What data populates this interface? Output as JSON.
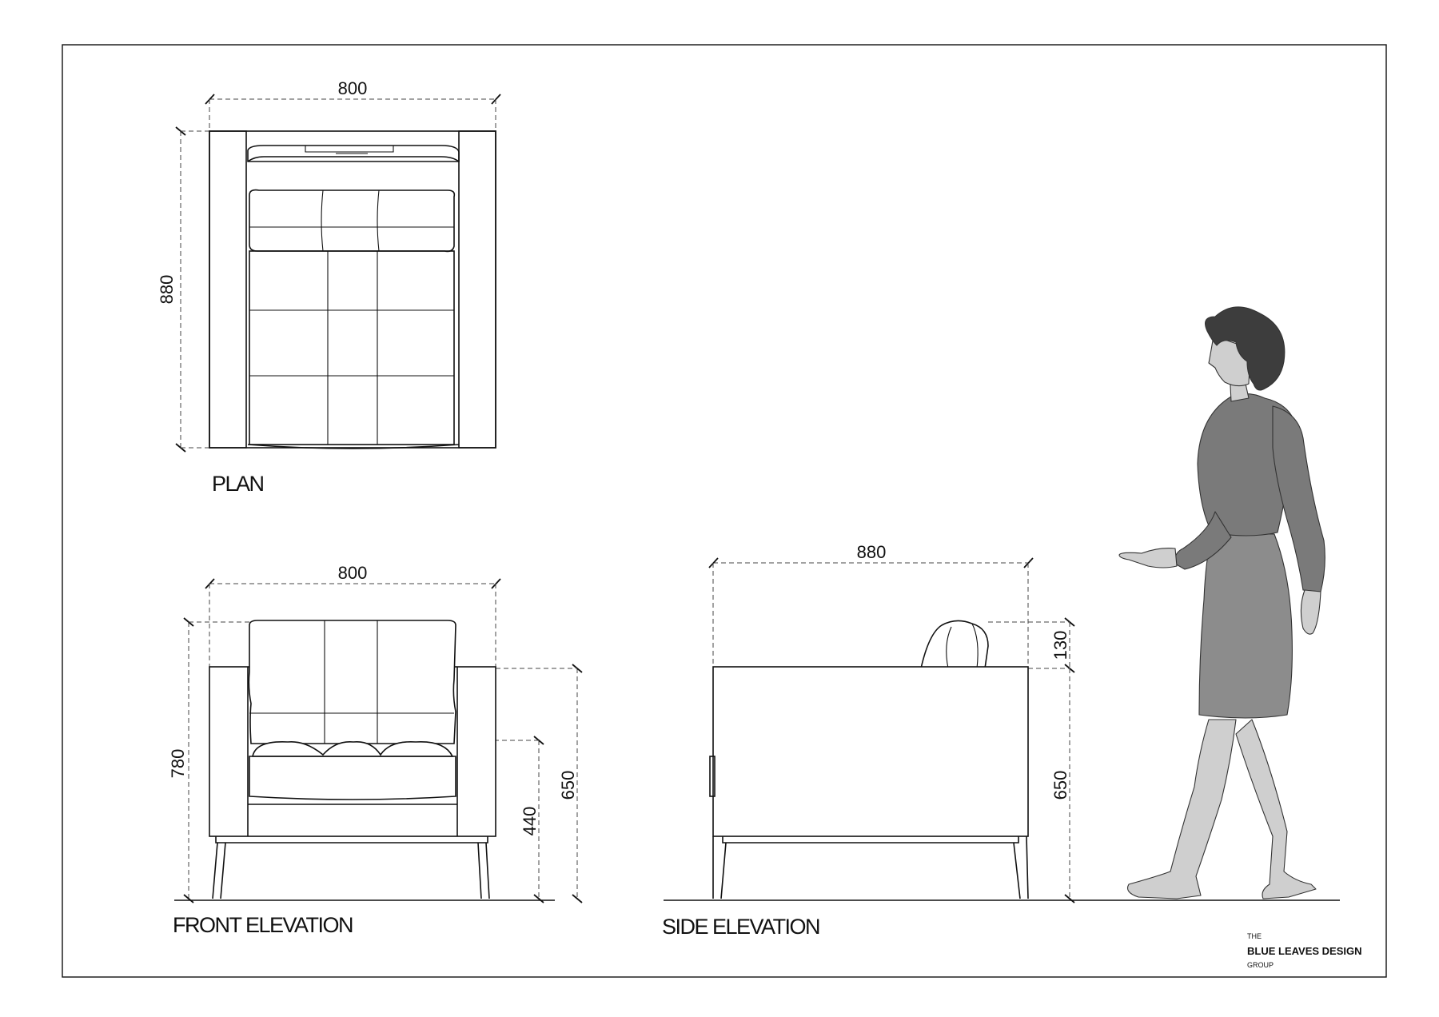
{
  "labels": {
    "plan": "PLAN",
    "front_elevation": "FRONT ELEVATION",
    "side_elevation": "SIDE ELEVATION"
  },
  "dimensions": {
    "plan_width": "800",
    "plan_depth": "880",
    "front_width": "800",
    "front_overall_height": "780",
    "front_seat_height": "440",
    "front_arm_height": "650",
    "side_depth": "880",
    "side_back_cushion": "130",
    "side_arm_height": "650"
  },
  "brand": {
    "prefix": "THE",
    "name": "BLUE LEAVES DESIGN",
    "suffix": "GROUP"
  },
  "colors": {
    "line": "#111111",
    "figure_hair": "#3d3d3d",
    "figure_top": "#7a7a7a",
    "figure_skirt": "#8c8c8c",
    "figure_skin": "#cfcfcf"
  }
}
